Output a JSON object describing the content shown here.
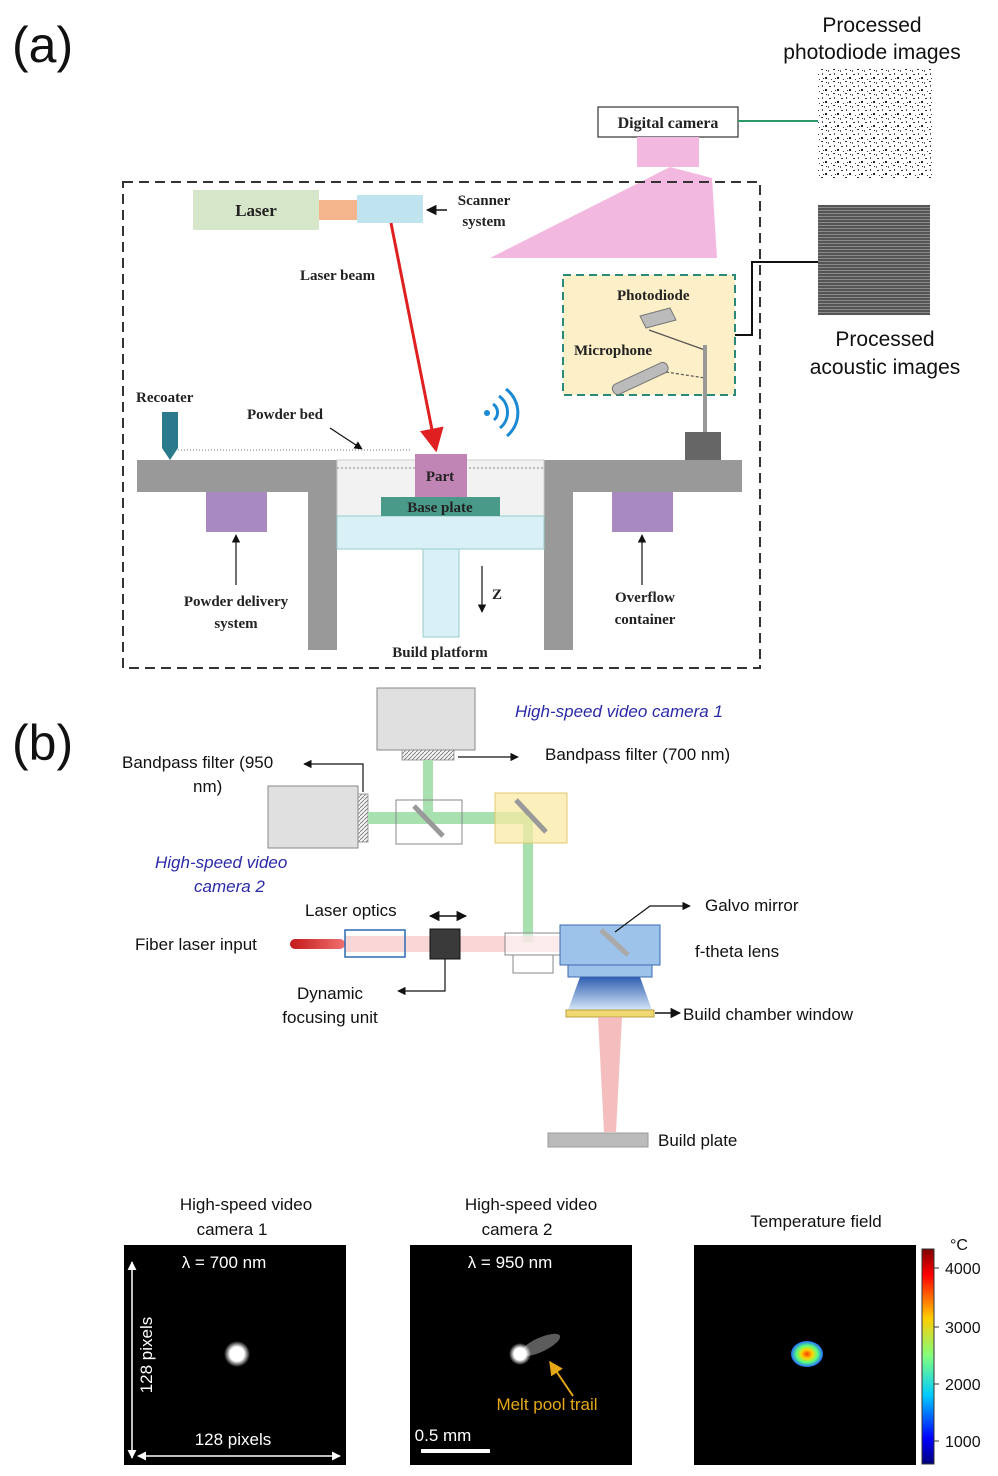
{
  "panel_a": {
    "label": "(a)",
    "processed_photodiode": [
      "Processed",
      "photodiode images"
    ],
    "processed_acoustic": [
      "Processed",
      "acoustic images"
    ],
    "digital_camera": "Digital camera",
    "laser": "Laser",
    "scanner_system": [
      "Scanner",
      "system"
    ],
    "laser_beam": "Laser beam",
    "photodiode": "Photodiode",
    "microphone": "Microphone",
    "recoater": "Recoater",
    "powder_bed": "Powder bed",
    "part": "Part",
    "base_plate": "Base plate",
    "powder_delivery": [
      "Powder delivery",
      "system"
    ],
    "z_axis": "Z",
    "overflow": [
      "Overflow",
      "container"
    ],
    "build_platform": "Build platform"
  },
  "panel_b": {
    "label": "(b)",
    "hs_camera_1": "High-speed video camera 1",
    "bandpass_700": "Bandpass filter (700 nm)",
    "bandpass_950": [
      "Bandpass filter (950",
      "nm)"
    ],
    "hs_camera_2": [
      "High-speed video",
      "camera 2"
    ],
    "laser_optics": "Laser optics",
    "fiber_laser_input": "Fiber laser input",
    "galvo_mirror": "Galvo mirror",
    "f_theta_lens": "f-theta lens",
    "dynamic_focusing": [
      "Dynamic",
      "focusing unit"
    ],
    "build_chamber_window": "Build chamber window",
    "build_plate": "Build plate"
  },
  "images_row": {
    "cam1_title": [
      "High-speed video",
      "camera 1"
    ],
    "cam2_title": [
      "High-speed video",
      "camera 2"
    ],
    "temp_title": "Temperature field",
    "cam1_wavelength": "λ = 700 nm",
    "cam2_wavelength": "λ = 950 nm",
    "pixels_vertical": "128 pixels",
    "pixels_horizontal": "128 pixels",
    "melt_pool_trail": "Melt pool trail",
    "scale_bar": "0.5 mm",
    "colorbar_unit": "°C",
    "colorbar_ticks": [
      "4000",
      "3000",
      "2000",
      "1000"
    ],
    "colorbar_colors": [
      "#7f0000",
      "#ff0000",
      "#ffcc00",
      "#7fff7f",
      "#00ccff",
      "#0000ff",
      "#00007f"
    ],
    "accent_trail": "#e6a817"
  }
}
